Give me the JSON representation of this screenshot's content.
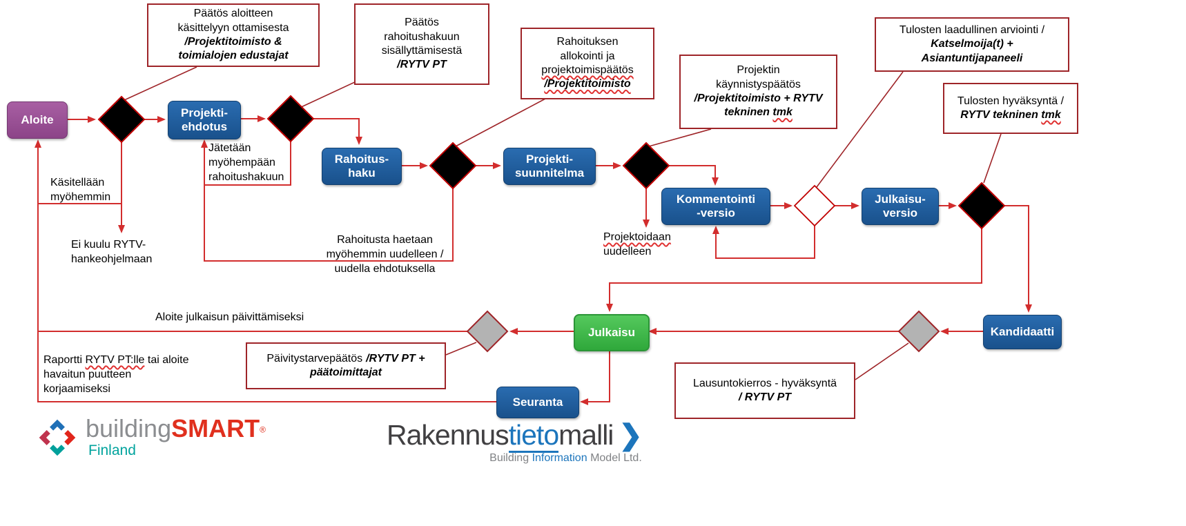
{
  "colors": {
    "node_blue": "#19518c",
    "node_purple": "#8c4488",
    "node_green": "#2fa83b",
    "arrow_red": "#d22d2d",
    "annotation_border": "#9e2428",
    "diamond_black": "#000000",
    "diamond_white": "#ffffff",
    "diamond_gray": "#b3b3b3"
  },
  "nodes": {
    "aloite": {
      "label": "Aloite"
    },
    "projektiehdotus": {
      "label": "Projekti-\nehdotus"
    },
    "rahoitushaku": {
      "label": "Rahoitus-\nhaku"
    },
    "projektisuunnitelma": {
      "label": "Projekti-\nsuunnitelma"
    },
    "kommentointiversio": {
      "label": "Kommentointi\n-versio"
    },
    "julkaisuversio": {
      "label": "Julkaisu-\nversio"
    },
    "kandidaatti": {
      "label": "Kandidaatti"
    },
    "julkaisu": {
      "label": "Julkaisu"
    },
    "seuranta": {
      "label": "Seuranta"
    }
  },
  "decisions": {
    "d1": {
      "style": "black"
    },
    "d2": {
      "style": "black"
    },
    "d3": {
      "style": "black"
    },
    "d4": {
      "style": "black"
    },
    "d5": {
      "style": "black"
    },
    "review": {
      "style": "white"
    },
    "paivitys": {
      "style": "gray"
    },
    "lausunto": {
      "style": "gray"
    }
  },
  "annotations": {
    "a1": {
      "text": "Päätös aloitteen\nkäsittelyyn ottamisesta",
      "role": "/Projektitoimisto &\ntoimialojen edustajat"
    },
    "a2": {
      "text": "Päätös\nrahoitushakuun\nsisällyttämisestä",
      "role": "/RYTV PT"
    },
    "a3": {
      "text_pre": "Rahoituksen\nallokointi ja ",
      "text_sq": "projektoimispäätös",
      "role": "/Projektitoimisto"
    },
    "a4": {
      "text": "Projektin\nkäynnistyspäätös",
      "role_pre": "/Projektitoimisto + RYTV\ntekninen ",
      "role_sq": "tmk"
    },
    "a5": {
      "text": "Tulosten laadullinen arviointi /",
      "role": "Katselmoija(t) +\nAsiantuntijapaneeli"
    },
    "a6": {
      "text": "Tulosten hyväksyntä /",
      "role_pre": "RYTV tekninen ",
      "role_sq": "tmk"
    },
    "a7": {
      "text": "Päivitystarvepäätös",
      "role": "/RYTV PT +\npäätoimittajat"
    },
    "a8": {
      "text": "Lausuntokierros - hyväksyntä",
      "role": "/ RYTV PT"
    }
  },
  "labels": {
    "jatetaan": "Jätetään\nmyöhempään\nrahoitushakuun",
    "kasitellaan": "Käsitellään\nmyöhemmin",
    "eikuulu": "Ei kuulu RYTV-\nhankeohjelmaan",
    "rahoitusta": "Rahoitusta haetaan\nmyöhemmin uudelleen /\nuudella ehdotuksella",
    "projektoidaan_sq": "Projektoidaan",
    "projektoidaan_post": "\nuudelleen",
    "aloitejulkaisun": "Aloite julkaisun päivittämiseksi",
    "raportti_pre": "Raportti ",
    "raportti_sq": "RYTV PT:lle",
    "raportti_post": " tai aloite\nhavaitun puutteen\nkorjaamiseksi"
  },
  "logos": {
    "bsf": {
      "word1": "building",
      "word2": "SMART",
      "reg": "®",
      "finland": "Finland"
    },
    "rtm": {
      "part1": "Rakennus",
      "part2": "tieto",
      "part3": "malli",
      "chevron": "❯",
      "sub1": "Building",
      "sub2": "Information",
      "sub3": "Model Ltd."
    }
  }
}
